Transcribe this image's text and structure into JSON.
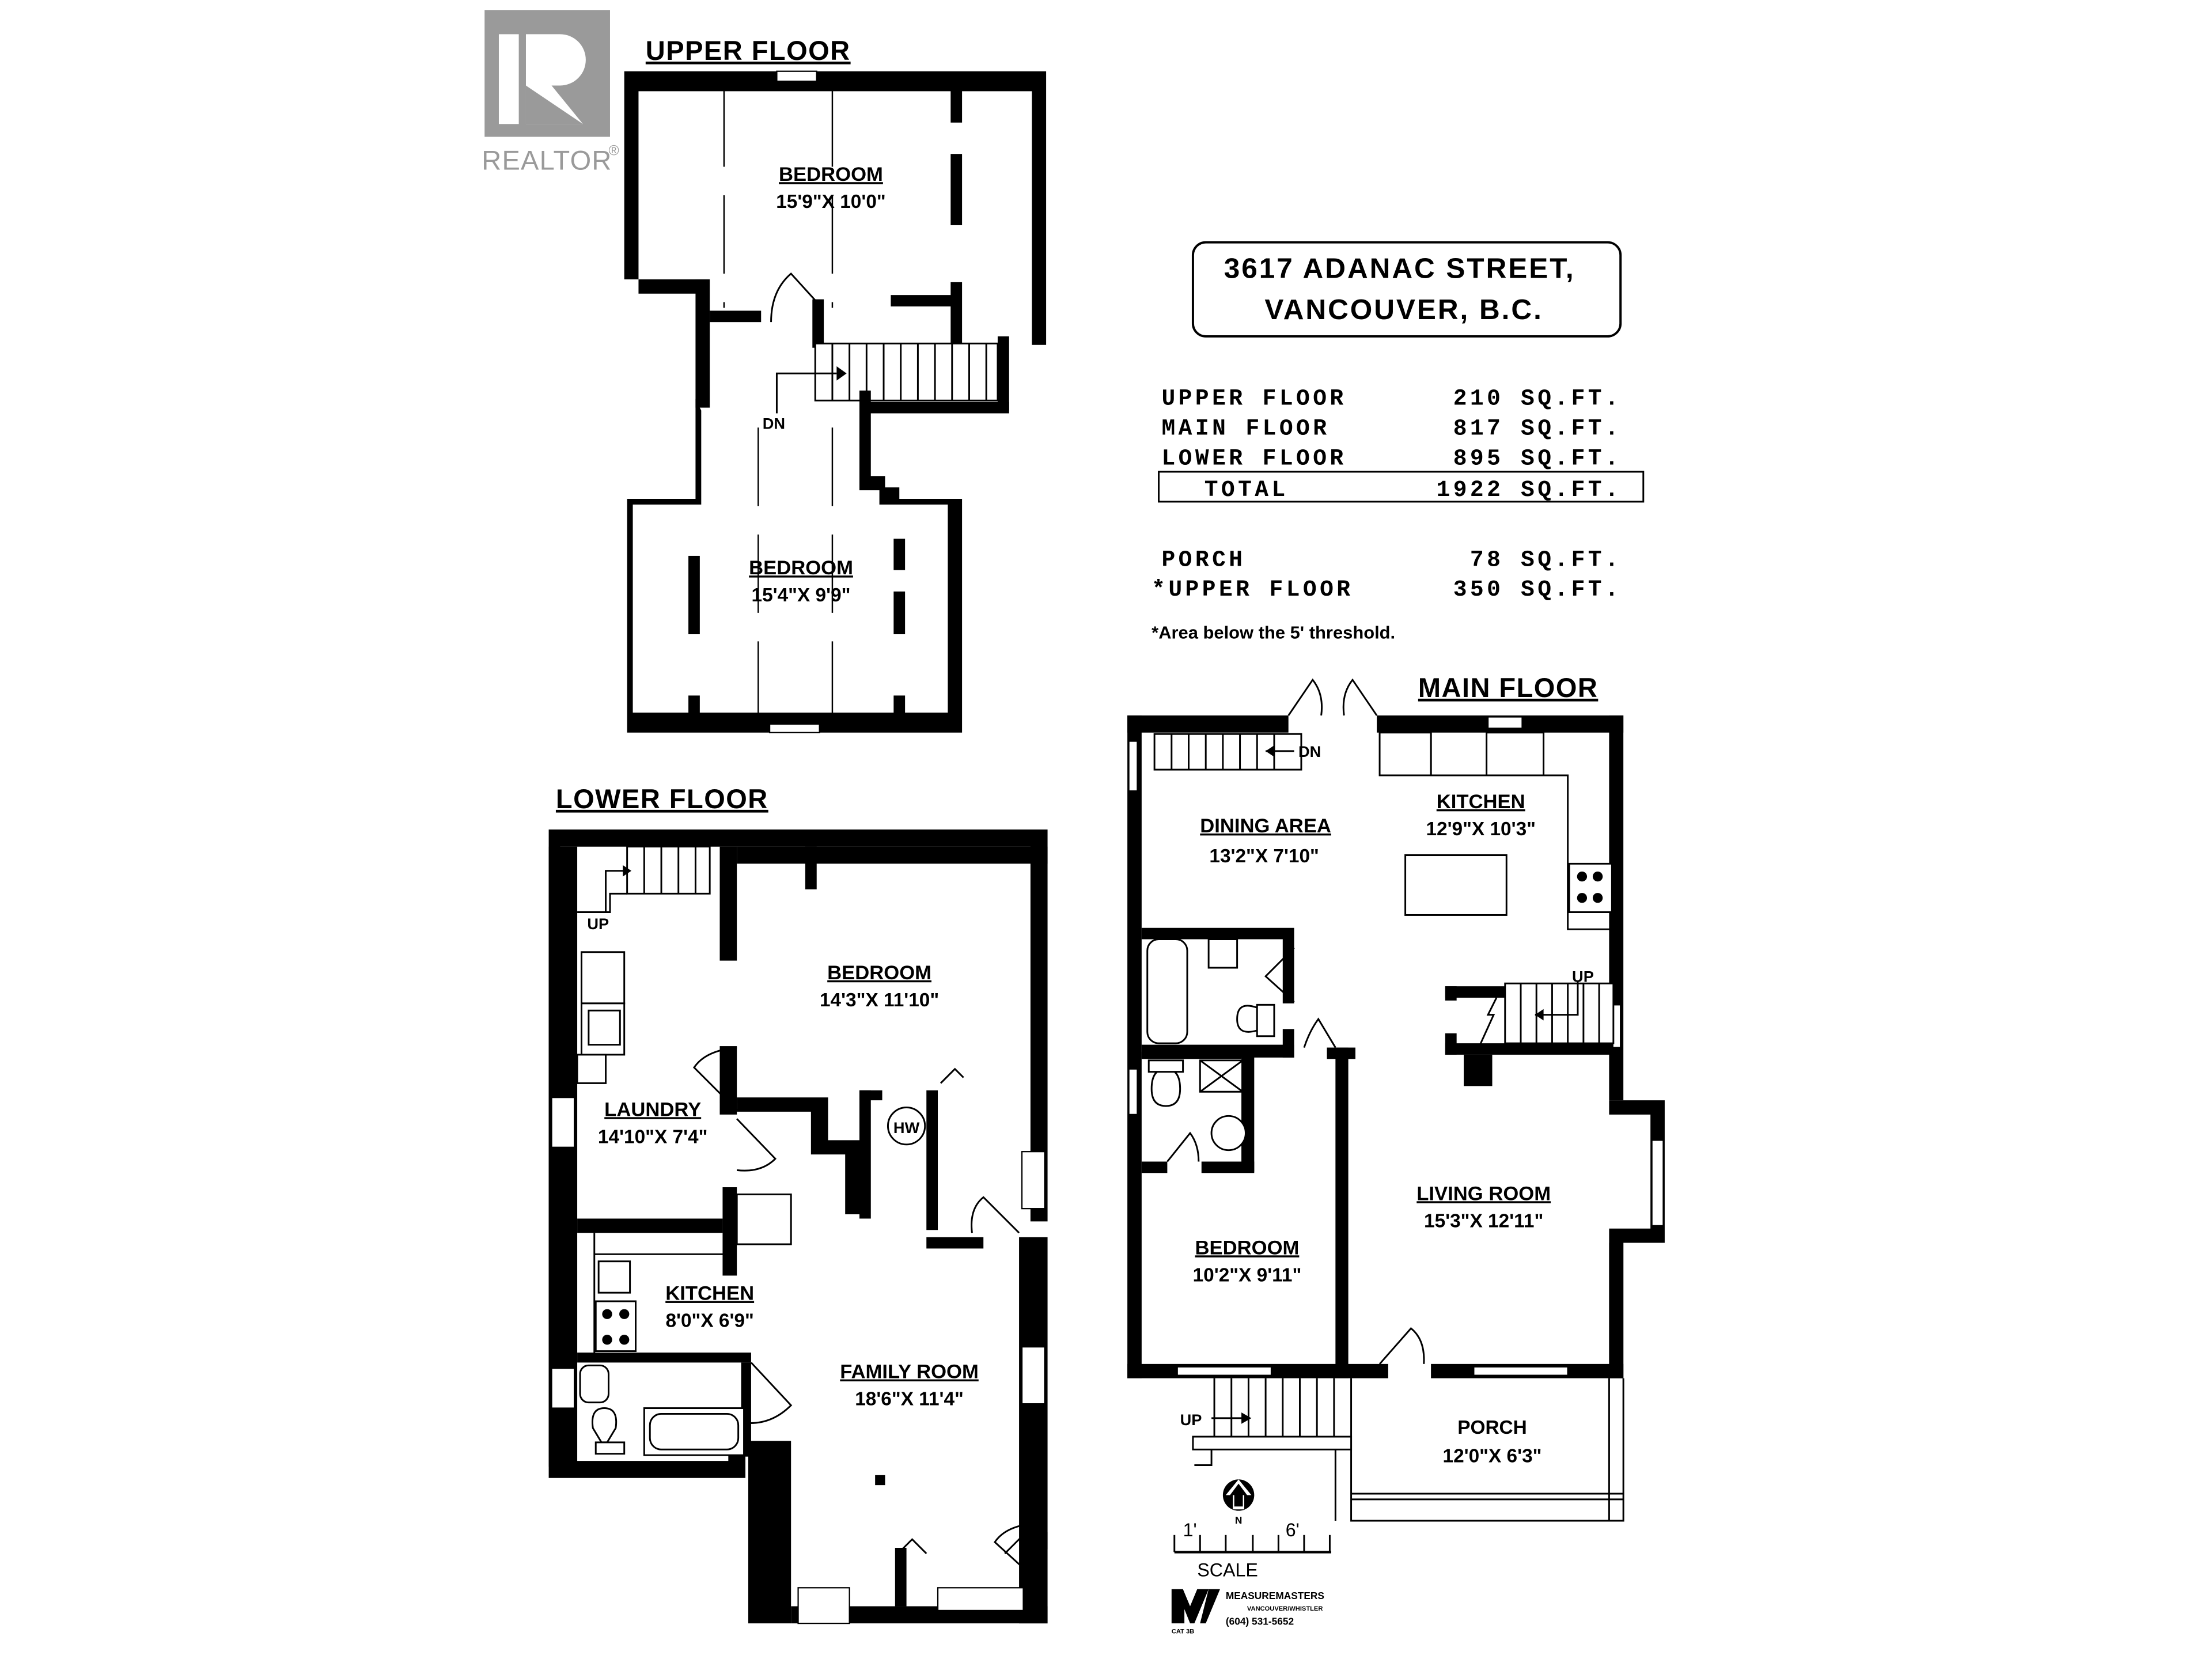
{
  "realtor_logo": {
    "text": "REALTOR",
    "mark": "®",
    "color": "#9a9a9a"
  },
  "address": {
    "line1": "3617 ADANAC STREET,",
    "line2": "VANCOUVER, B.C."
  },
  "area_summary": {
    "rows": [
      {
        "label": "UPPER FLOOR",
        "value": "210",
        "unit": "SQ.FT."
      },
      {
        "label": "MAIN FLOOR",
        "value": "817",
        "unit": "SQ.FT."
      },
      {
        "label": "LOWER FLOOR",
        "value": "895",
        "unit": "SQ.FT."
      }
    ],
    "total": {
      "label": "TOTAL",
      "value": "1922",
      "unit": "SQ.FT."
    },
    "extra_rows": [
      {
        "label": "PORCH",
        "value": "78",
        "unit": "SQ.FT."
      },
      {
        "label": "*UPPER FLOOR",
        "value": "350",
        "unit": "SQ.FT."
      }
    ],
    "footnote": "*Area below the 5' threshold."
  },
  "floors": {
    "upper": {
      "title": "UPPER FLOOR",
      "rooms": [
        {
          "name": "BEDROOM",
          "dims": "15'9\"X  10'0\""
        },
        {
          "name": "BEDROOM",
          "dims": "15'4\"X  9'9\""
        }
      ],
      "stair_label": "DN"
    },
    "lower": {
      "title": "LOWER FLOOR",
      "rooms": [
        {
          "name": "BEDROOM",
          "dims": "14'3\"X  11'10\""
        },
        {
          "name": "LAUNDRY",
          "dims": "14'10\"X  7'4\""
        },
        {
          "name": "KITCHEN",
          "dims": "8'0\"X  6'9\""
        },
        {
          "name": "FAMILY ROOM",
          "dims": "18'6\"X  11'4\""
        }
      ],
      "stair_label": "UP",
      "hot_water_label": "HW"
    },
    "main": {
      "title": "MAIN FLOOR",
      "rooms": [
        {
          "name": "DINING AREA",
          "dims": "13'2\"X  7'10\""
        },
        {
          "name": "KITCHEN",
          "dims": "12'9\"X  10'3\""
        },
        {
          "name": "LIVING ROOM",
          "dims": "15'3\"X  12'11\""
        },
        {
          "name": "BEDROOM",
          "dims": "10'2\"X  9'11\""
        },
        {
          "name": "PORCH",
          "dims": "12'0\"X  6'3\""
        }
      ],
      "stair_down_label": "DN",
      "stair_up_label": "UP",
      "porch_stair_label": "UP"
    }
  },
  "scale_bar": {
    "label": "SCALE",
    "start": "1'",
    "end": "6'",
    "north_label": "N"
  },
  "measurer_logo": {
    "initial": "M",
    "name": "MEASUREMASTERS",
    "tagline": "VANCOUVER/WHISTLER",
    "phone": "(604) 531-5652",
    "code": "CAT 3B"
  }
}
